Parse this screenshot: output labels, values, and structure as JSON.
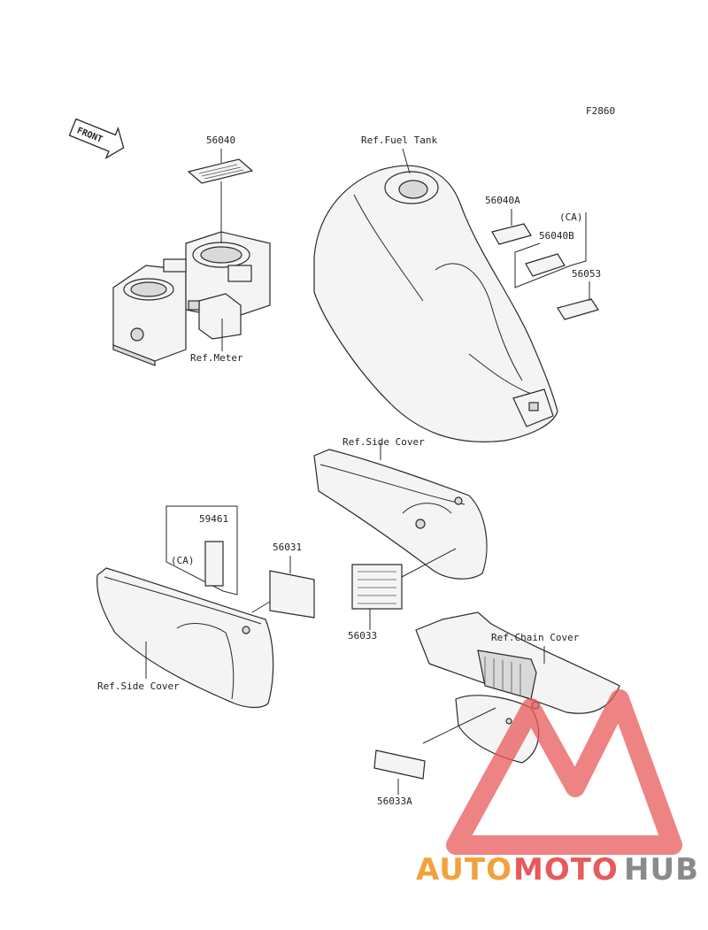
{
  "figure_code": "F2860",
  "front_arrow_text": "FRONT",
  "labels": {
    "p56040": "56040",
    "ref_meter": "Ref.Meter",
    "ref_fuel_tank": "Ref.Fuel Tank",
    "p56040A": "56040A",
    "ca_top": "(CA)",
    "p56040B": "56040B",
    "p56053": "56053",
    "ref_side_cover_upper": "Ref.Side Cover",
    "p59461": "59461",
    "ca_left": "(CA)",
    "p56031": "56031",
    "p56033": "56033",
    "ref_side_cover_lower": "Ref.Side Cover",
    "ref_chain_cover": "Ref.Chain Cover",
    "p56033A": "56033A"
  },
  "watermark": {
    "part1": "AUTO",
    "part2": "MOTO",
    "part3": "HUB",
    "color_orange": "#f2a23a",
    "color_red": "#e85a5a",
    "color_gray": "#8a8a8a"
  }
}
